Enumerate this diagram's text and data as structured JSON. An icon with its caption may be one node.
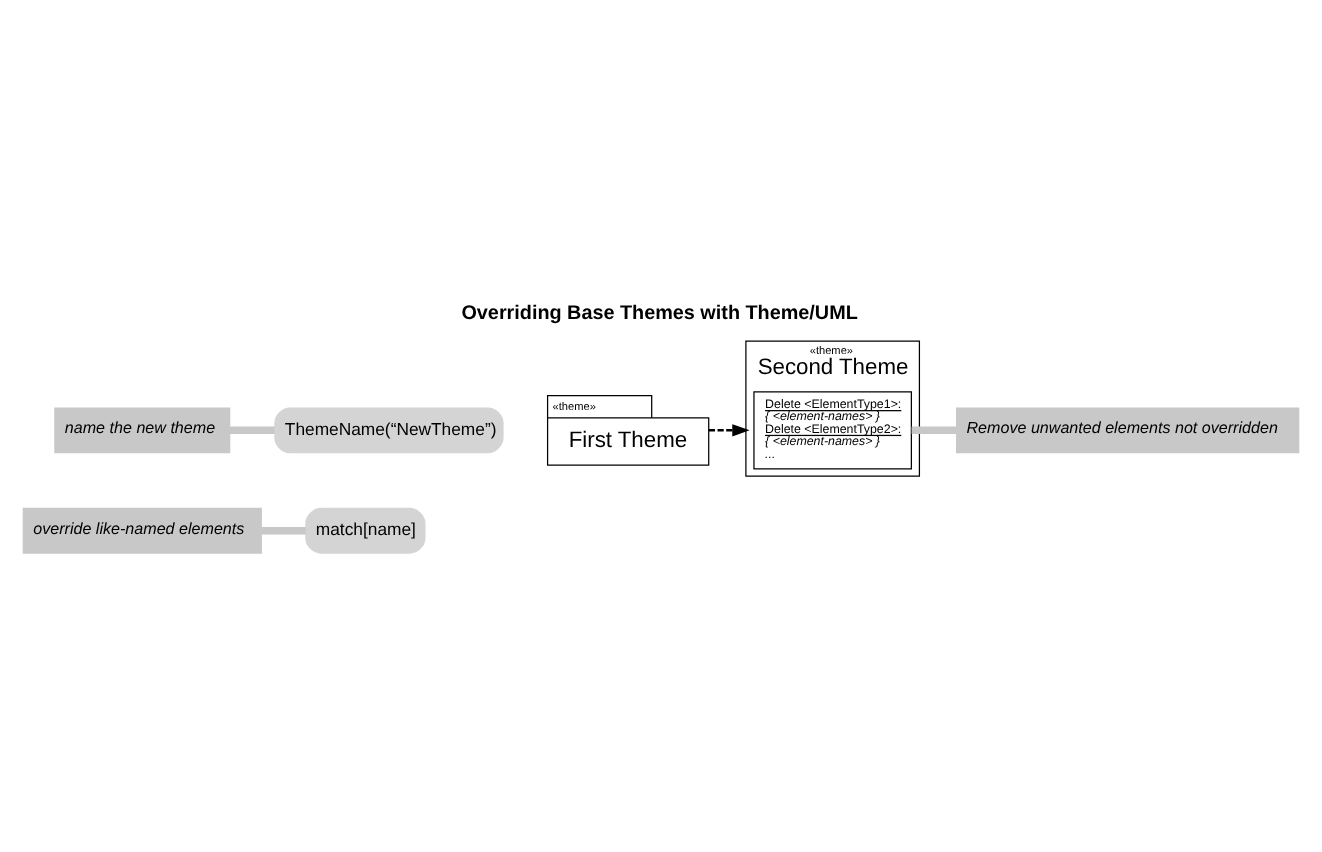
{
  "diagram": {
    "title": "Overriding Base Themes with Theme/UML",
    "nodes": [
      {
        "text": [
          "ThemeName(“NewTheme”)"
        ]
      },
      {
        "text": [
          "name the new theme"
        ]
      },
      {
        "text": [
          "override like-named elements"
        ]
      },
      {
        "text": [
          "match[name]"
        ]
      },
      {
        "text": [
          "«theme»",
          "First Theme"
        ]
      },
      {
        "text": [
          "«theme»",
          "Second Theme"
        ]
      },
      {
        "text": [
          "Delete <ElementType1>:",
          "{ <element-names> }",
          "Delete <ElementType2>:",
          "{ <element-names> }",
          "..."
        ],
        "in": 5
      },
      {
        "text": [
          "Remove unwanted elements not overridden"
        ]
      }
    ],
    "edges": [
      {
        "from": 1,
        "to": 0,
        "arrow": "none"
      },
      {
        "from": 2,
        "to": 3,
        "arrow": "none"
      },
      {
        "from": 4,
        "to": 5,
        "arrow": "to",
        "style": "dashed",
        "color": "#000000"
      },
      {
        "from": 7,
        "to": 6,
        "arrow": "none"
      }
    ]
  }
}
